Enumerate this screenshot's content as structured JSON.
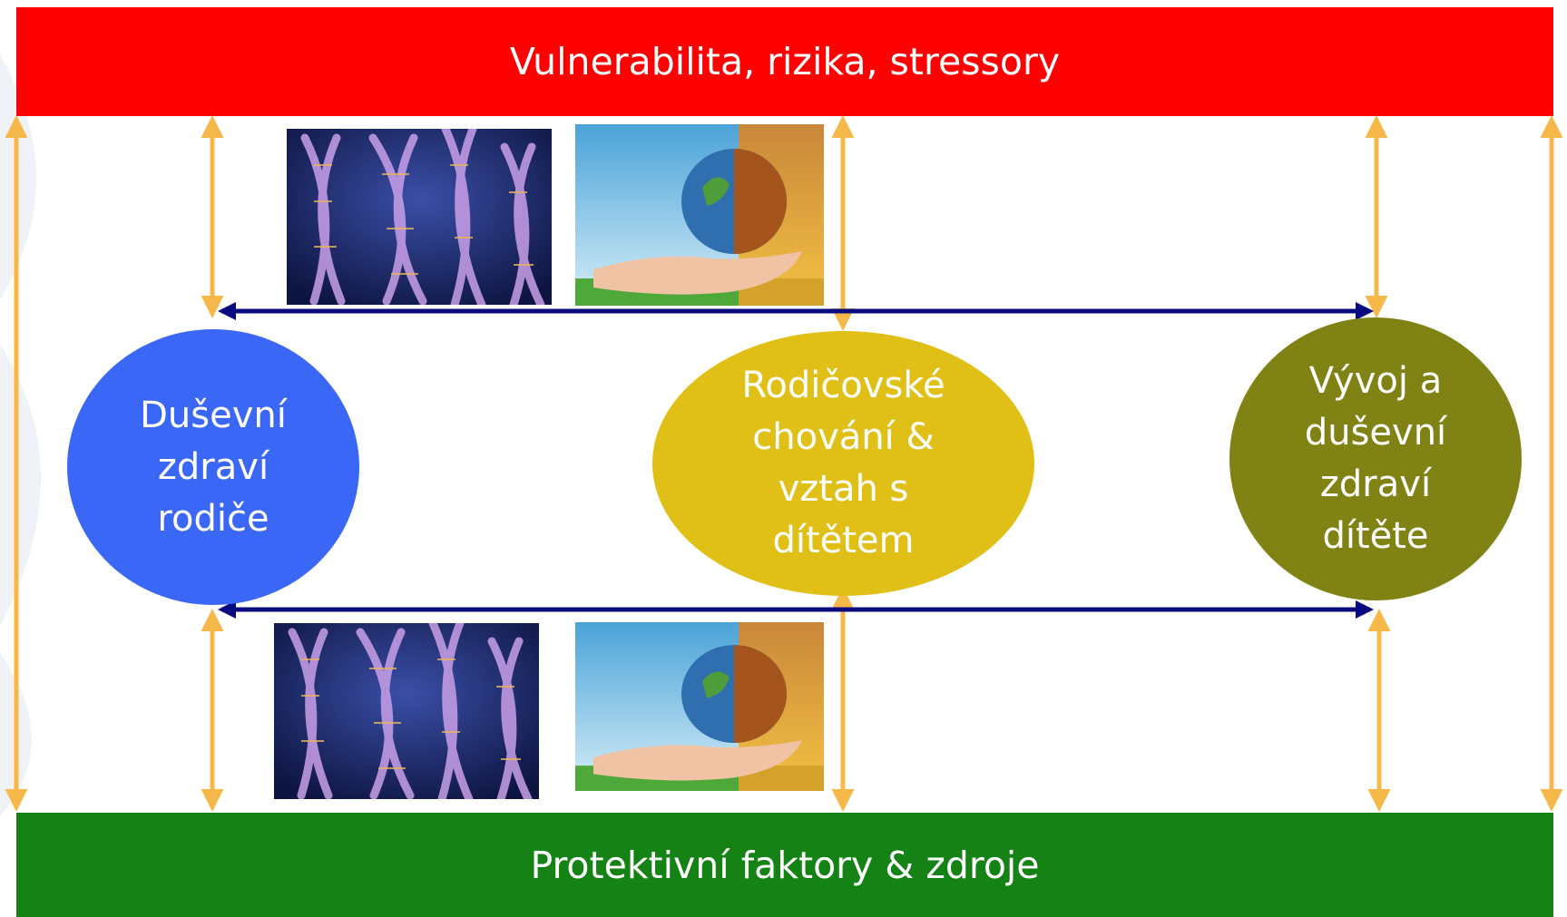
{
  "top_banner": {
    "text": "Vulnerabilita, rizika, stressory"
  },
  "bottom_banner": {
    "text": "Protektivní faktory & zdroje"
  },
  "nodes": [
    {
      "lines": [
        "Duševní",
        "zdraví",
        "rodiče"
      ]
    },
    {
      "lines": [
        "Rodičovské",
        "chování &",
        "vztah s",
        "dítětem"
      ]
    },
    {
      "lines": [
        "Vývoj a",
        "duševní",
        "zdraví",
        "dítěte"
      ]
    }
  ],
  "images": [
    {
      "icon": "dna-chromosome-image"
    },
    {
      "icon": "earth-in-hands-image"
    },
    {
      "icon": "dna-chromosome-image"
    },
    {
      "icon": "earth-in-hands-image"
    }
  ],
  "colors": {
    "top_banner": "#ff0000",
    "bottom_banner": "#148214",
    "node_parent": "#3b67f7",
    "node_behavior": "#e0c016",
    "node_child": "#808314",
    "vertical_arrows": "#f7b84a",
    "horizontal_arrows": "#0a0a80"
  }
}
